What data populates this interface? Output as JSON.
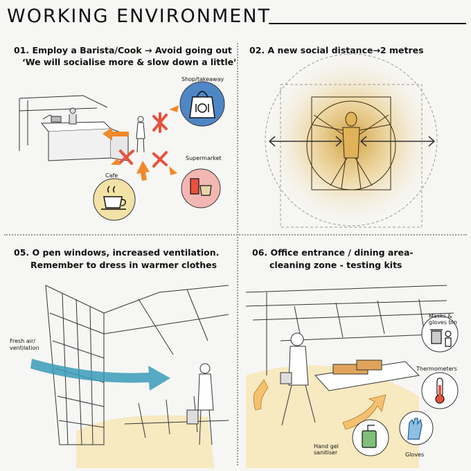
{
  "title": "WORKING ENVIRONMENT",
  "panels": {
    "p01": {
      "line1": "01. Employ a Barista/Cook → Avoid going out",
      "line2": "‘We will socialise more & slow down a little’",
      "label_shop": "Shop/takeaway",
      "label_cafe": "Cafe",
      "label_supermarket": "Supermarket"
    },
    "p02": {
      "line1": "02. A new social distance→2 metres"
    },
    "p05": {
      "line1": "05. O pen windows, increased ventilation.",
      "line2": "Remember to dress in warmer clothes",
      "label_fresh_air_1": "Fresh air/",
      "label_fresh_air_2": "ventilation"
    },
    "p06": {
      "line1": "06. Office entrance / dining area-",
      "line2": "cleaning zone - testing kits",
      "label_masks_1": "Masks &",
      "label_masks_2": "gloves bin",
      "label_thermometers": "Thermometers",
      "label_handgel_1": "Hand gel",
      "label_handgel_2": "sanitiser",
      "label_gloves": "Gloves"
    }
  },
  "colors": {
    "accent_orange": "#f0892b",
    "cross_red": "#e8513c",
    "glow_gold": "#e8c26a",
    "blue_circle": "#4f86c6",
    "red_circle": "#f2b7b3",
    "yellow_circle": "#f3e2a6",
    "teal_flow": "#3a9bb8",
    "floor_cream": "#f7e9c0"
  },
  "icons": [
    "shopping-bag-icon",
    "coffee-cup-icon",
    "groceries-icon",
    "vitruvian-man-icon",
    "bin-icon",
    "thermometer-icon",
    "sanitiser-icon",
    "gloves-icon"
  ]
}
